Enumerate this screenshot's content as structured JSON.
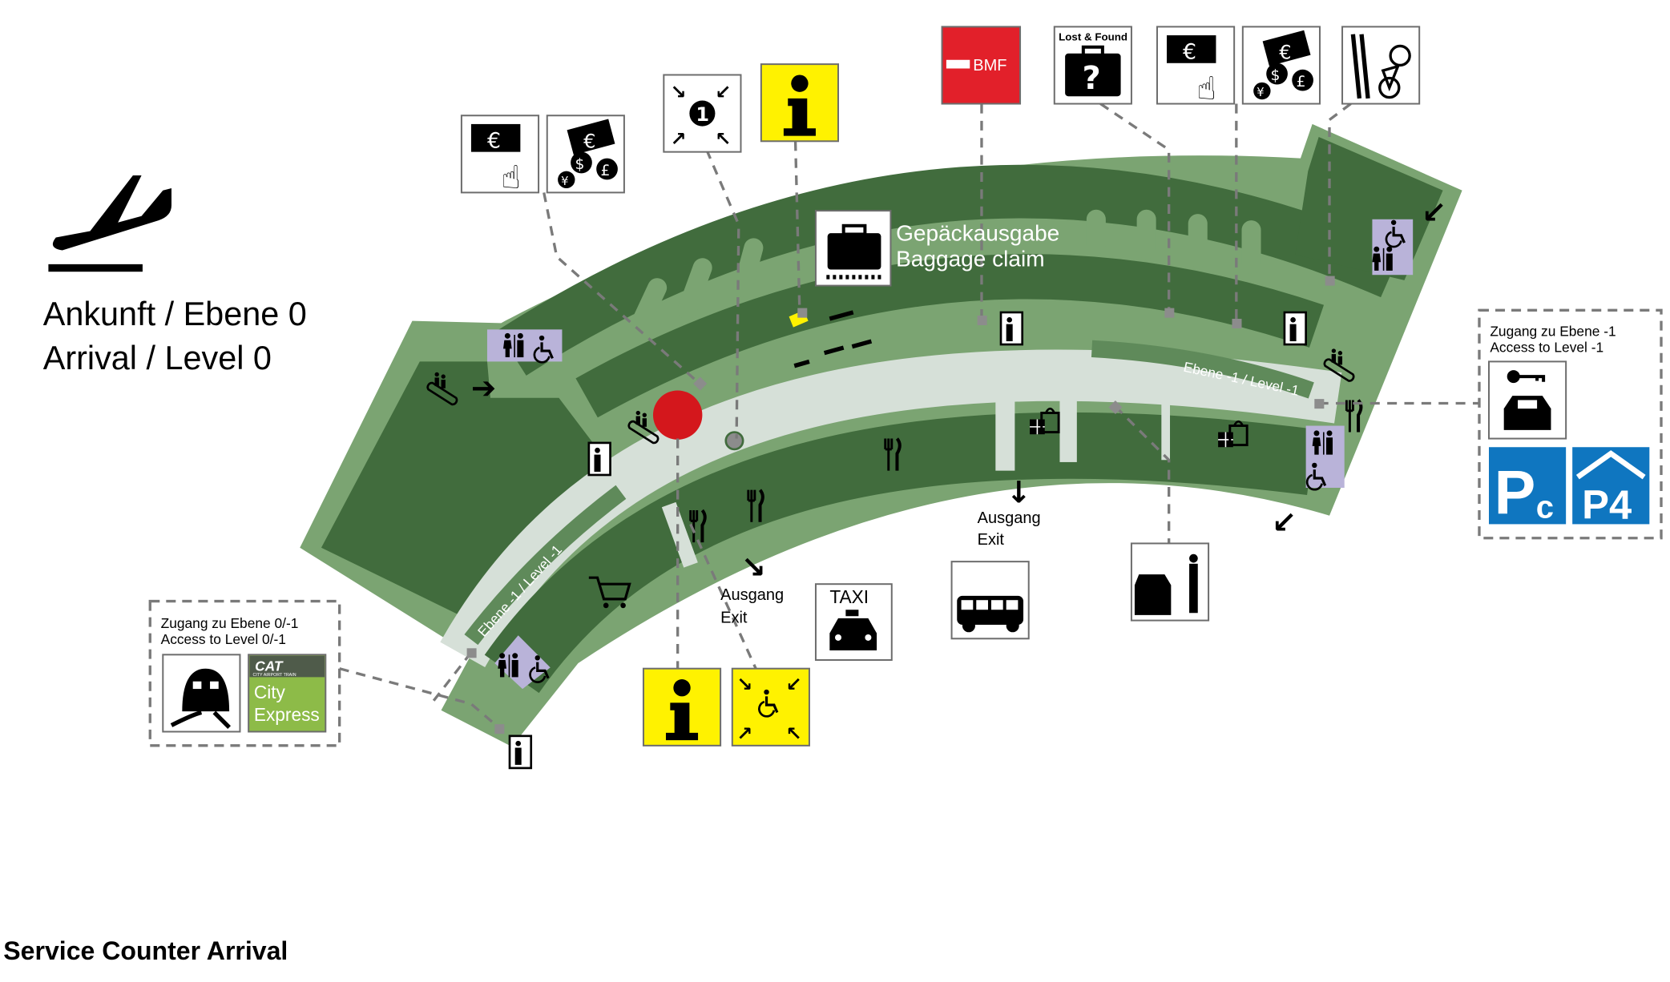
{
  "header": {
    "title_de": "Ankunft / Ebene 0",
    "title_en": "Arrival / Level 0"
  },
  "footer": {
    "caption": "Service Counter Arrival"
  },
  "map": {
    "baggage_claim_de": "Gepäckausgabe",
    "baggage_claim_en": "Baggage claim",
    "level_label_right": "Ebene -1 / Level -1",
    "level_label_left": "Ebene -1 / Level -1",
    "exit_1_de": "Ausgang",
    "exit_1_en": "Exit",
    "exit_2_de": "Ausgang",
    "exit_2_en": "Exit",
    "service_counter_marker": "Service Counter Arrival"
  },
  "signs": {
    "bmf": "BMF",
    "lost_found": "Lost & Found",
    "taxi": "TAXI",
    "cat_logo": "CAT",
    "cat_subtitle": "CITY AIRPORT TRAIN",
    "city_express_1": "City",
    "city_express_2": "Express",
    "parking_pc": "P",
    "parking_pc_sub": "c",
    "parking_p4": "P4",
    "meeting_point_number": "1",
    "info": "i"
  },
  "access_left": {
    "line1": "Zugang zu Ebene 0/-1",
    "line2": "Access to Level 0/-1"
  },
  "access_right": {
    "line1": "Zugang zu Ebene -1",
    "line2": "Access to Level -1"
  },
  "colors": {
    "building_border": "#7ba472",
    "building_dark": "#416c3d",
    "corridor": "#d6e0d8",
    "restroom": "#b9b3d9",
    "info_yellow": "#fff200",
    "bmf_red": "#e2202a",
    "service_counter_red": "#d4171c",
    "cat_green": "#8dbb48",
    "parking_blue": "#0f76c0"
  }
}
